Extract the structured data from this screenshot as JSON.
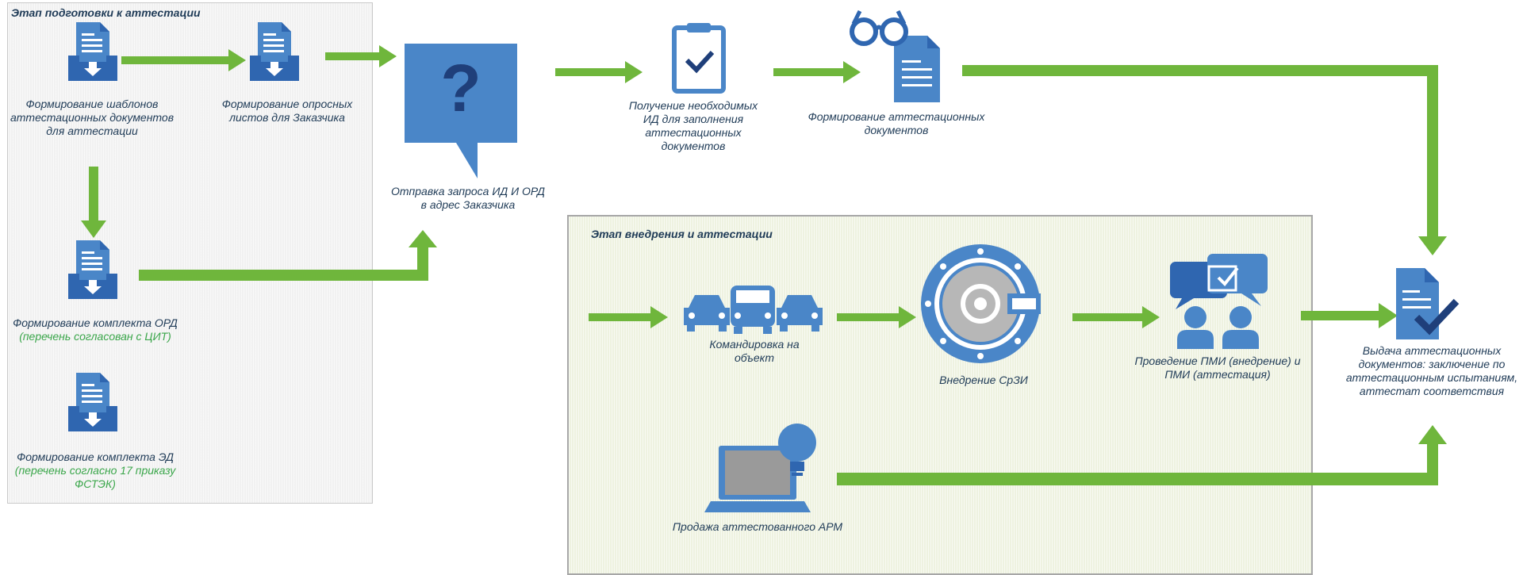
{
  "zones": {
    "prep_title": "Этап подготовки к аттестации",
    "impl_title": "Этап внедрения и аттестации"
  },
  "nodes": {
    "form_templates": "Формирование шаблонов аттестационных документов для аттестации",
    "form_questionnaires": "Формирование опросных листов для Заказчика",
    "send_request": "Отправка запроса ИД И ОРД в адрес Заказчика",
    "get_id": "Получение необходимых ИД для заполнения аттестационных документов",
    "form_docs": "Формирование аттестационных документов",
    "ord_set": "Формирование комплекта ОРД",
    "ord_set_note": "(перечень согласован с ЦИТ)",
    "ed_set": "Формирование комплекта ЭД",
    "ed_set_note": "(перечень согласно 17 приказу ФСТЭК)",
    "trip": "Командировка на объект",
    "implement": "Внедрение СрЗИ",
    "pmi": "Проведение ПМИ (внедрение) и ПМИ (аттестация)",
    "issue": "Выдача аттестационных документов: заключение по аттестационным испытаниям, аттестат соответствия",
    "sale": "Продажа аттестованного АРМ"
  },
  "colors": {
    "arrow": "#6fb63c",
    "icon_blue": "#4a86c8",
    "icon_dark": "#2f66b0",
    "note_green": "#3aa64a",
    "text": "#1f3b57"
  },
  "icons": [
    "document-tray-icon",
    "question-bubble-icon",
    "clipboard-check-icon",
    "glasses-document-icon",
    "cars-icon",
    "vault-icon",
    "meeting-icon",
    "document-check-icon",
    "laptop-bulb-icon"
  ]
}
